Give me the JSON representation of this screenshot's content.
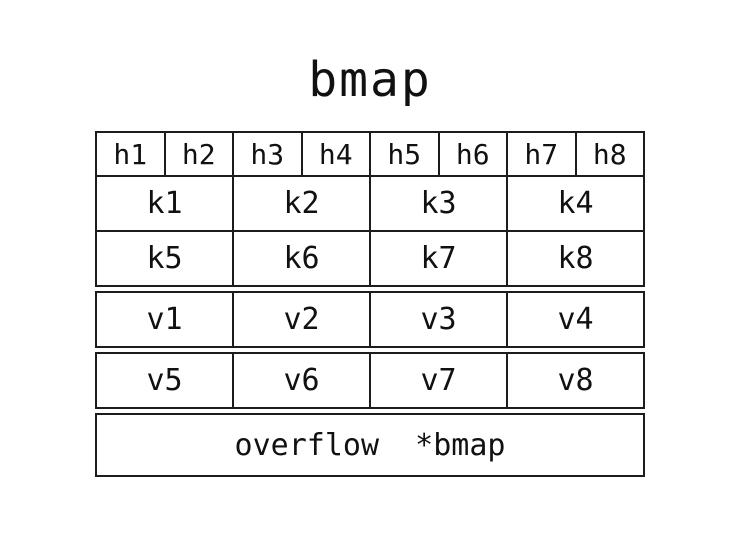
{
  "title": "bmap",
  "table": {
    "headers": [
      "h1",
      "h2",
      "h3",
      "h4",
      "h5",
      "h6",
      "h7",
      "h8"
    ],
    "keys_row1": [
      "k1",
      "k2",
      "k3",
      "k4"
    ],
    "keys_row2": [
      "k5",
      "k6",
      "k7",
      "k8"
    ],
    "values_row1": [
      "v1",
      "v2",
      "v3",
      "v4"
    ],
    "values_row2": [
      "v5",
      "v6",
      "v7",
      "v8"
    ],
    "overflow_label": "overflow  *bmap"
  }
}
